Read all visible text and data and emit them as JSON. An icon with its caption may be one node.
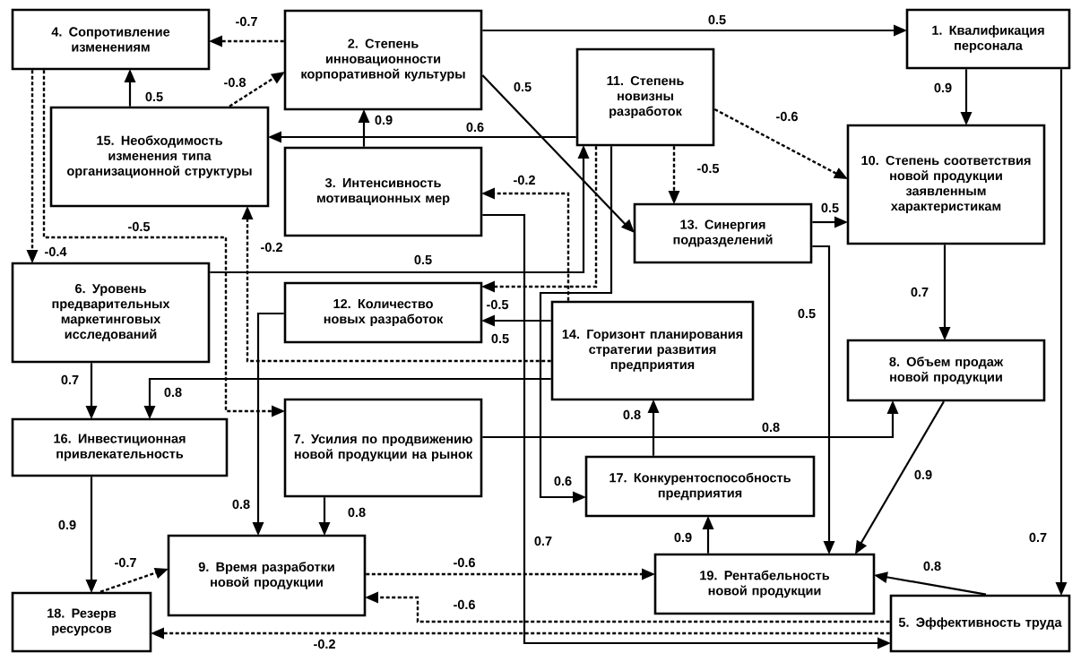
{
  "diagram": {
    "nodes": [
      {
        "text": [
          "4. Сопротивление изменениям"
        ]
      },
      {
        "text": [
          "2. Степень инновационности корпоративной культуры"
        ]
      },
      {
        "text": [
          "1. Квалификация персонала"
        ]
      },
      {
        "text": [
          "11. Степень новизны разработок"
        ]
      },
      {
        "text": [
          "15. Необходимость изменения типа организационной структуры"
        ]
      },
      {
        "text": [
          "3. Интенсивность мотивационных мер"
        ]
      },
      {
        "text": [
          "10. Степень соответствия новой продукции заявленным характеристикам"
        ]
      },
      {
        "text": [
          "13. Синергия подразделений"
        ]
      },
      {
        "text": [
          "6. Уровень предварительных маркетинговых исследований"
        ]
      },
      {
        "text": [
          "12. Количество новых разработок"
        ]
      },
      {
        "text": [
          "14. Горизонт планирования стратегии развития предприятия"
        ]
      },
      {
        "text": [
          "8. Объем продаж новой продукции"
        ]
      },
      {
        "text": [
          "16. Инвестиционная привлекательность"
        ]
      },
      {
        "text": [
          "7. Усилия по продвижению новой продукции на рынок"
        ]
      },
      {
        "text": [
          "17. Конкурентоспособность предприятия"
        ]
      },
      {
        "text": [
          "9. Время разработки новой продукции"
        ]
      },
      {
        "text": [
          "19. Рентабельность новой продукции"
        ]
      },
      {
        "text": [
          "18. Резерв ресурсов"
        ]
      },
      {
        "text": [
          "5. Эффективность труда"
        ]
      }
    ],
    "edges": [
      {
        "from": 1,
        "to": 0,
        "arrow": "to",
        "label": "-0.7",
        "style": "dashed"
      },
      {
        "from": 1,
        "to": 2,
        "arrow": "to",
        "label": "0.5"
      },
      {
        "from": 1,
        "to": 7,
        "arrow": "to",
        "label": "0.5"
      },
      {
        "from": 4,
        "to": 0,
        "arrow": "to",
        "label": "0.5"
      },
      {
        "from": 4,
        "to": 1,
        "arrow": "to",
        "label": "-0.8",
        "style": "dashed"
      },
      {
        "from": 5,
        "to": 1,
        "arrow": "to",
        "label": "0.9"
      },
      {
        "from": 3,
        "to": 4,
        "arrow": "to",
        "label": "0.6"
      },
      {
        "from": 3,
        "to": 6,
        "arrow": "to",
        "label": "-0.6",
        "style": "dashed"
      },
      {
        "from": 3,
        "to": 7,
        "arrow": "to",
        "label": "-0.5",
        "style": "dashed"
      },
      {
        "from": 2,
        "to": 6,
        "arrow": "to",
        "label": "0.9"
      },
      {
        "from": 7,
        "to": 6,
        "arrow": "to",
        "label": "0.5"
      },
      {
        "from": 0,
        "to": 8,
        "arrow": "to",
        "label": "-0.4",
        "style": "dashed"
      },
      {
        "from": 0,
        "to": 13,
        "arrow": "to",
        "label": "-0.5",
        "style": "dashed"
      },
      {
        "from": 10,
        "to": 4,
        "arrow": "to",
        "label": "-0.2",
        "style": "dashed"
      },
      {
        "from": 10,
        "to": 5,
        "arrow": "to",
        "label": "-0.2",
        "style": "dashed"
      },
      {
        "from": 8,
        "to": 3,
        "arrow": "to",
        "label": "0.5"
      },
      {
        "from": 3,
        "to": 9,
        "arrow": "to",
        "label": "-0.5",
        "style": "dashed"
      },
      {
        "from": 10,
        "to": 9,
        "arrow": "to",
        "label": "0.5"
      },
      {
        "from": 3,
        "to": 14,
        "arrow": "to",
        "label": "0.6"
      },
      {
        "from": 5,
        "to": 18,
        "arrow": "to",
        "label": "0.7"
      },
      {
        "from": 10,
        "to": 12,
        "arrow": "to",
        "label": "0.8"
      },
      {
        "from": 8,
        "to": 12,
        "arrow": "to",
        "label": "0.7"
      },
      {
        "from": 9,
        "to": 15,
        "arrow": "to",
        "label": "0.8"
      },
      {
        "from": 13,
        "to": 15,
        "arrow": "to",
        "label": "0.8"
      },
      {
        "from": 13,
        "to": 11,
        "arrow": "to",
        "label": "0.8"
      },
      {
        "from": 14,
        "to": 10,
        "arrow": "to",
        "label": "0.8"
      },
      {
        "from": 6,
        "to": 11,
        "arrow": "to",
        "label": "0.7"
      },
      {
        "from": 7,
        "to": 16,
        "arrow": "to",
        "label": "0.5"
      },
      {
        "from": 11,
        "to": 16,
        "arrow": "to",
        "label": "0.9"
      },
      {
        "from": 2,
        "to": 18,
        "arrow": "to",
        "label": "0.7"
      },
      {
        "from": 16,
        "to": 14,
        "arrow": "to",
        "label": "0.9"
      },
      {
        "from": 18,
        "to": 16,
        "arrow": "to",
        "label": "0.8"
      },
      {
        "from": 12,
        "to": 17,
        "arrow": "to",
        "label": "0.9"
      },
      {
        "from": 17,
        "to": 15,
        "arrow": "to",
        "label": "-0.7",
        "style": "dashed"
      },
      {
        "from": 15,
        "to": 16,
        "arrow": "to",
        "label": "-0.6",
        "style": "dashed"
      },
      {
        "from": 18,
        "to": 15,
        "arrow": "to",
        "label": "-0.6",
        "style": "dashed"
      },
      {
        "from": 18,
        "to": 17,
        "arrow": "to",
        "label": "-0.2",
        "style": "dashed"
      }
    ]
  }
}
